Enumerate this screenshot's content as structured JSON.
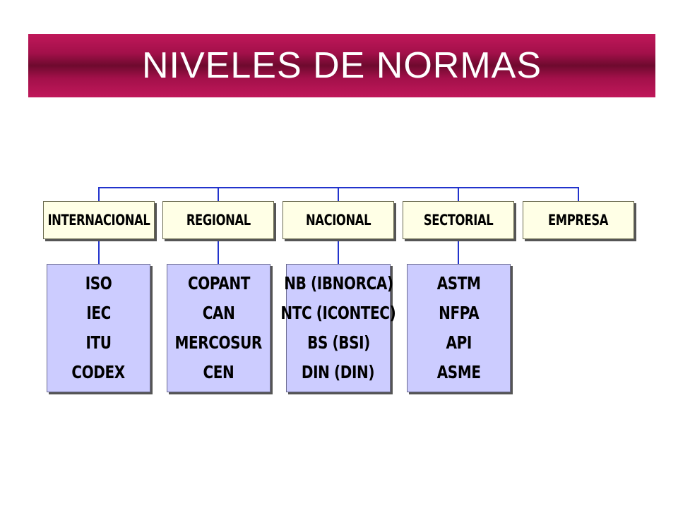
{
  "title": "NIVELES DE NORMAS",
  "levels": [
    {
      "label": "INTERNACIONAL",
      "orgs": [
        "ISO",
        "IEC",
        "ITU",
        "CODEX"
      ]
    },
    {
      "label": "REGIONAL",
      "orgs": [
        "COPANT",
        "CAN",
        "MERCOSUR",
        "CEN"
      ]
    },
    {
      "label": "NACIONAL",
      "orgs": [
        "NB (IBNORCA)",
        "NTC (ICONTEC)",
        "BS (BSI)",
        "DIN (DIN)"
      ]
    },
    {
      "label": "SECTORIAL",
      "orgs": [
        "ASTM",
        "NFPA",
        "API",
        "ASME"
      ]
    },
    {
      "label": "EMPRESA",
      "orgs": []
    }
  ],
  "colors": {
    "title_bar": "#a3104a",
    "connector": "#2233cc",
    "level_box": "#ffffe6",
    "org_box": "#ccccff"
  }
}
